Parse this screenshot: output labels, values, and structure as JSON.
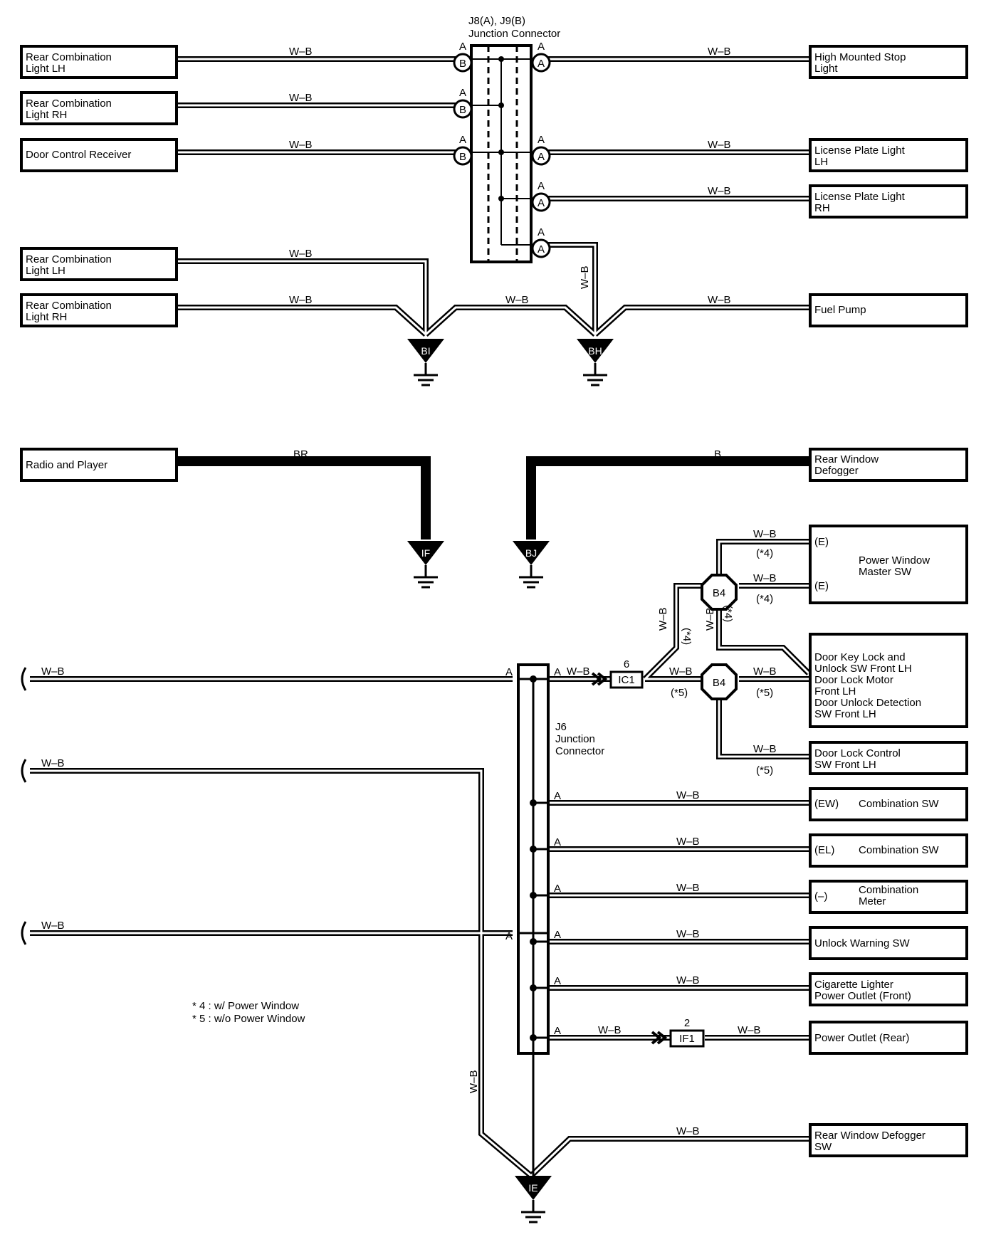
{
  "title": "J8(A), J9(B)",
  "title_sub": "Junction Connector",
  "wire_wb": "W–B",
  "wire_br": "BR",
  "wire_b": "B",
  "pin_a": "A",
  "pin_b": "B",
  "components": {
    "rcl_lh": [
      "Rear Combination",
      "Light LH"
    ],
    "rcl_rh": [
      "Rear Combination",
      "Light RH"
    ],
    "door_ctrl": [
      "Door Control Receiver"
    ],
    "hmsl": [
      "High Mounted Stop",
      "Light"
    ],
    "lpl_lh": [
      "License Plate Light",
      "LH"
    ],
    "lpl_rh": [
      "License Plate Light",
      "RH"
    ],
    "fuel_pump": [
      "Fuel Pump"
    ],
    "radio": [
      "Radio and Player"
    ],
    "defogger": [
      "Rear Window",
      "Defogger"
    ],
    "pw_master": [
      "Power Window",
      "Master SW"
    ],
    "door_key": [
      "Door Key Lock and",
      "Unlock SW Front LH",
      "Door Lock Motor",
      "Front LH",
      "Door Unlock Detection",
      "SW Front LH"
    ],
    "door_lock_ctrl": [
      "Door Lock Control",
      "SW Front LH"
    ],
    "comb_sw": "Combination SW",
    "comb_meter": [
      "Combination",
      "Meter"
    ],
    "unlock_warn": [
      "Unlock Warning SW"
    ],
    "cig": [
      "Cigarette Lighter",
      "Power Outlet (Front)"
    ],
    "power_outlet_rear": [
      "Power Outlet (Rear)"
    ],
    "defogger_sw": [
      "Rear Window Defogger",
      "SW"
    ]
  },
  "terminals": {
    "e": "(E)",
    "ew": "(EW)",
    "el": "(EL)",
    "minus": "(–)"
  },
  "grounds": {
    "bi": "BI",
    "bh": "BH",
    "if": "IF",
    "bj": "BJ",
    "ie": "IE"
  },
  "connectors": {
    "b4": "B4",
    "ic1": "IC1",
    "ic1_pin": "6",
    "if1": "IF1",
    "if1_pin": "2"
  },
  "j6": [
    "J6",
    "Junction",
    "Connector"
  ],
  "notes": {
    "star4": "(*4)",
    "star5": "(*5)",
    "line1": "* 4 : w/ Power Window",
    "line2": "* 5 : w/o Power Window"
  }
}
